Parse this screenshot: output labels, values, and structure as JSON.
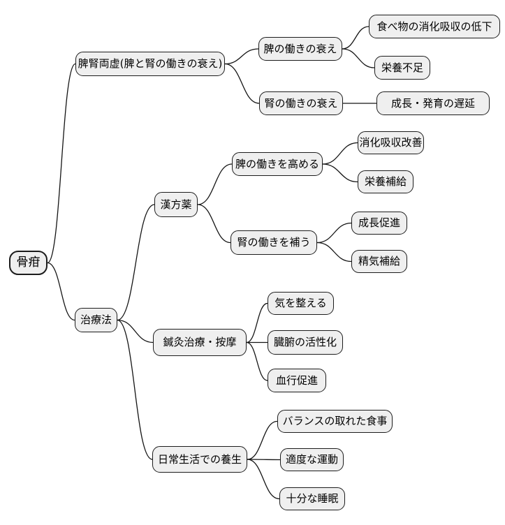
{
  "diagram": {
    "type": "mindmap",
    "direction": "left-to-right",
    "colors": {
      "background": "#ffffff",
      "node_fill": "#efefef",
      "node_border": "#1c1c1c",
      "edge": "#141414",
      "text": "#000000"
    },
    "tree": {
      "label": "骨疳",
      "children": [
        {
          "label": "脾腎両虚(脾と腎の働きの衰え)",
          "children": [
            {
              "label": "脾の働きの衰え",
              "children": [
                {
                  "label": "食べ物の消化吸収の低下",
                  "children": []
                },
                {
                  "label": "栄養不足",
                  "children": []
                }
              ]
            },
            {
              "label": "腎の働きの衰え",
              "children": [
                {
                  "label": "成長・発育の遅延",
                  "children": []
                }
              ]
            }
          ]
        },
        {
          "label": "治療法",
          "children": [
            {
              "label": "漢方薬",
              "children": [
                {
                  "label": "脾の働きを高める",
                  "children": [
                    {
                      "label": "消化吸収改善",
                      "children": []
                    },
                    {
                      "label": "栄養補給",
                      "children": []
                    }
                  ]
                },
                {
                  "label": "腎の働きを補う",
                  "children": [
                    {
                      "label": "成長促進",
                      "children": []
                    },
                    {
                      "label": "精気補給",
                      "children": []
                    }
                  ]
                }
              ]
            },
            {
              "label": "鍼灸治療・按摩",
              "children": [
                {
                  "label": "気を整える",
                  "children": []
                },
                {
                  "label": "臓腑の活性化",
                  "children": []
                },
                {
                  "label": "血行促進",
                  "children": []
                }
              ]
            },
            {
              "label": "日常生活での養生",
              "children": [
                {
                  "label": "バランスの取れた食事",
                  "children": []
                },
                {
                  "label": "適度な運動",
                  "children": []
                },
                {
                  "label": "十分な睡眠",
                  "children": []
                }
              ]
            }
          ]
        }
      ]
    }
  }
}
